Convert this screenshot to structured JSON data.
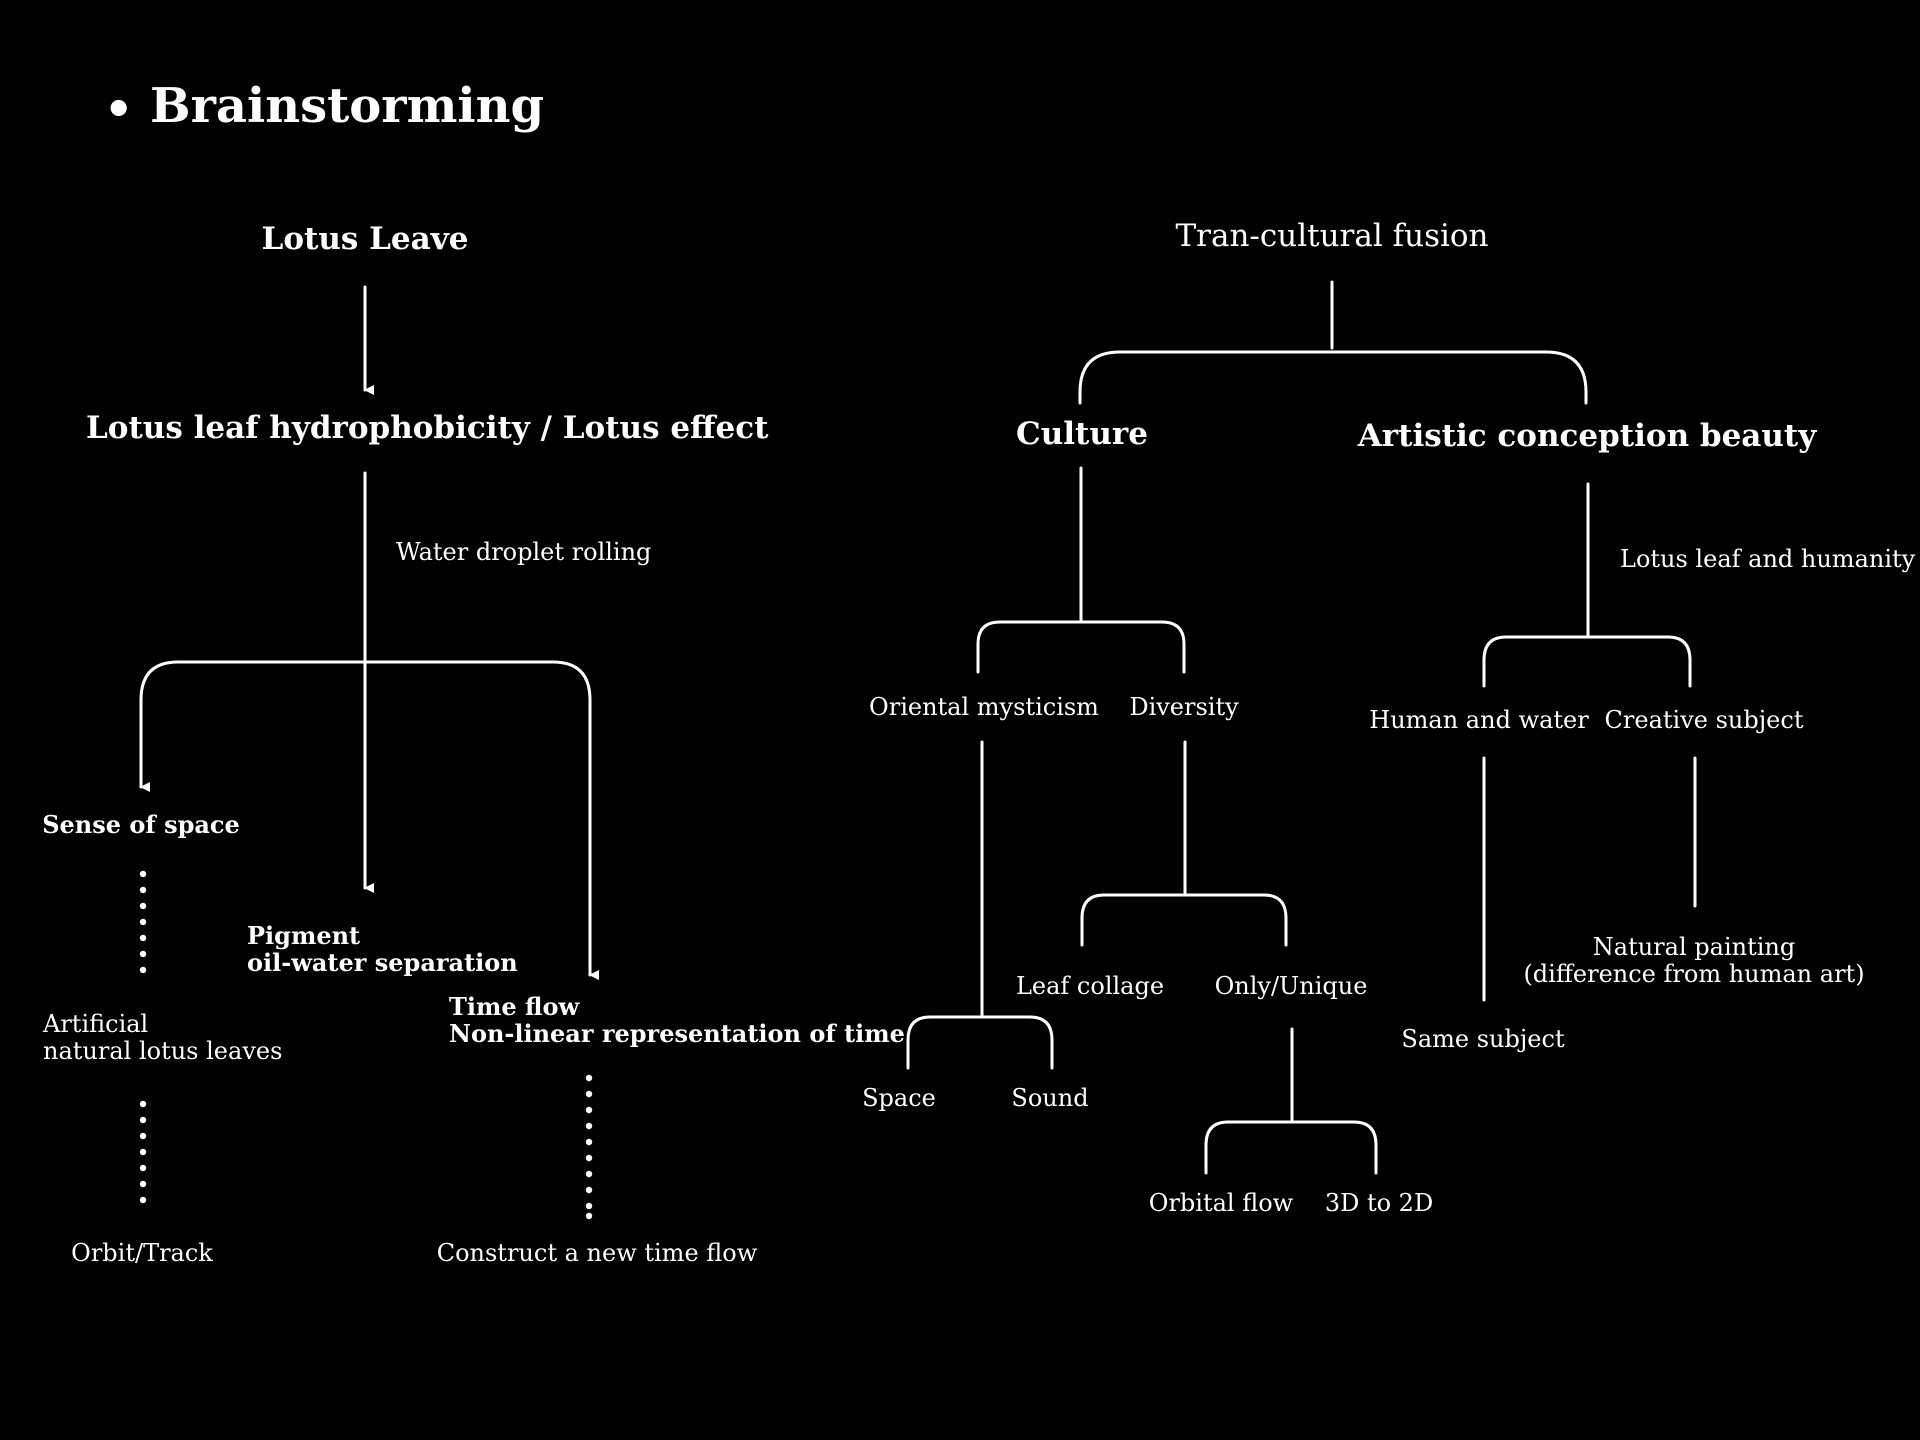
{
  "heading": "Brainstorming",
  "bullet": "•",
  "left": {
    "root": "Lotus Leave",
    "effect": "Lotus leaf hydrophobicity / Lotus effect",
    "rolling": "Water droplet rolling",
    "space": "Sense of space",
    "pigment_1": "Pigment",
    "pigment_2": "oil-water separation",
    "time_1": "Time flow",
    "time_2": "Non-linear representation of time",
    "artificial_1": "Artificial",
    "artificial_2": "natural lotus leaves",
    "orbit": "Orbit/Track",
    "construct": "Construct a new time flow"
  },
  "right": {
    "root": "Tran-cultural fusion",
    "culture": "Culture",
    "artistic": "Artistic conception beauty",
    "humanity": "Lotus leaf and humanity",
    "oriental": "Oriental mysticism",
    "diversity": "Diversity",
    "human_water": "Human and water",
    "creative": "Creative subject",
    "leaf_collage": "Leaf collage",
    "unique": "Only/Unique",
    "natural_1": "Natural painting",
    "natural_2": "(difference from human art)",
    "same_subject": "Same subject",
    "space": "Space",
    "sound": "Sound",
    "orbital": "Orbital flow",
    "three_d": "3D to 2D"
  }
}
